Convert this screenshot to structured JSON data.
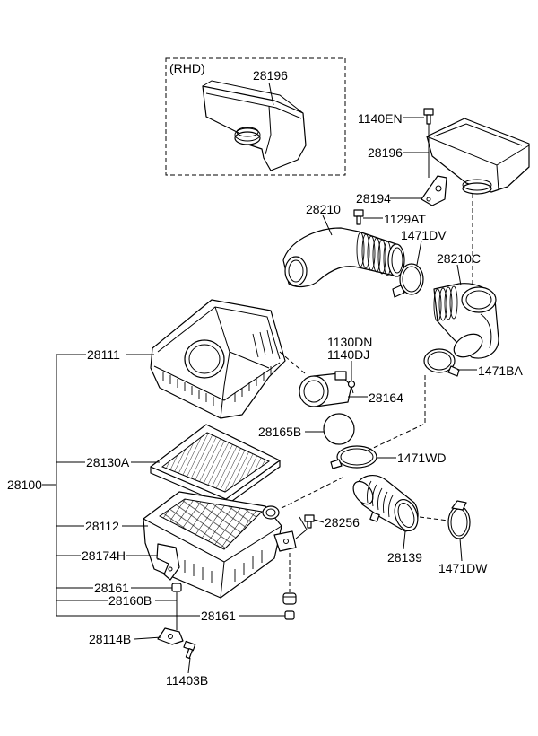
{
  "diagram": {
    "variant_label": "(RHD)",
    "labels": {
      "p28196_rhd": "28196",
      "p1140en": "1140EN",
      "p28196": "28196",
      "p28194": "28194",
      "p28210": "28210",
      "p1129at": "1129AT",
      "p1471dv": "1471DV",
      "p28210c": "28210C",
      "p1130dn": "1130DN",
      "p1140dj": "1140DJ",
      "p28164": "28164",
      "p1471ba": "1471BA",
      "p28111": "28111",
      "p28165b": "28165B",
      "p28130a": "28130A",
      "p1471wd": "1471WD",
      "p28100": "28100",
      "p28112": "28112",
      "p28256": "28256",
      "p28174h": "28174H",
      "p28139": "28139",
      "p1471dw": "1471DW",
      "p28161_a": "28161",
      "p28160b": "28160B",
      "p28161_b": "28161",
      "p28114b": "28114B",
      "p11403b": "11403B"
    }
  }
}
